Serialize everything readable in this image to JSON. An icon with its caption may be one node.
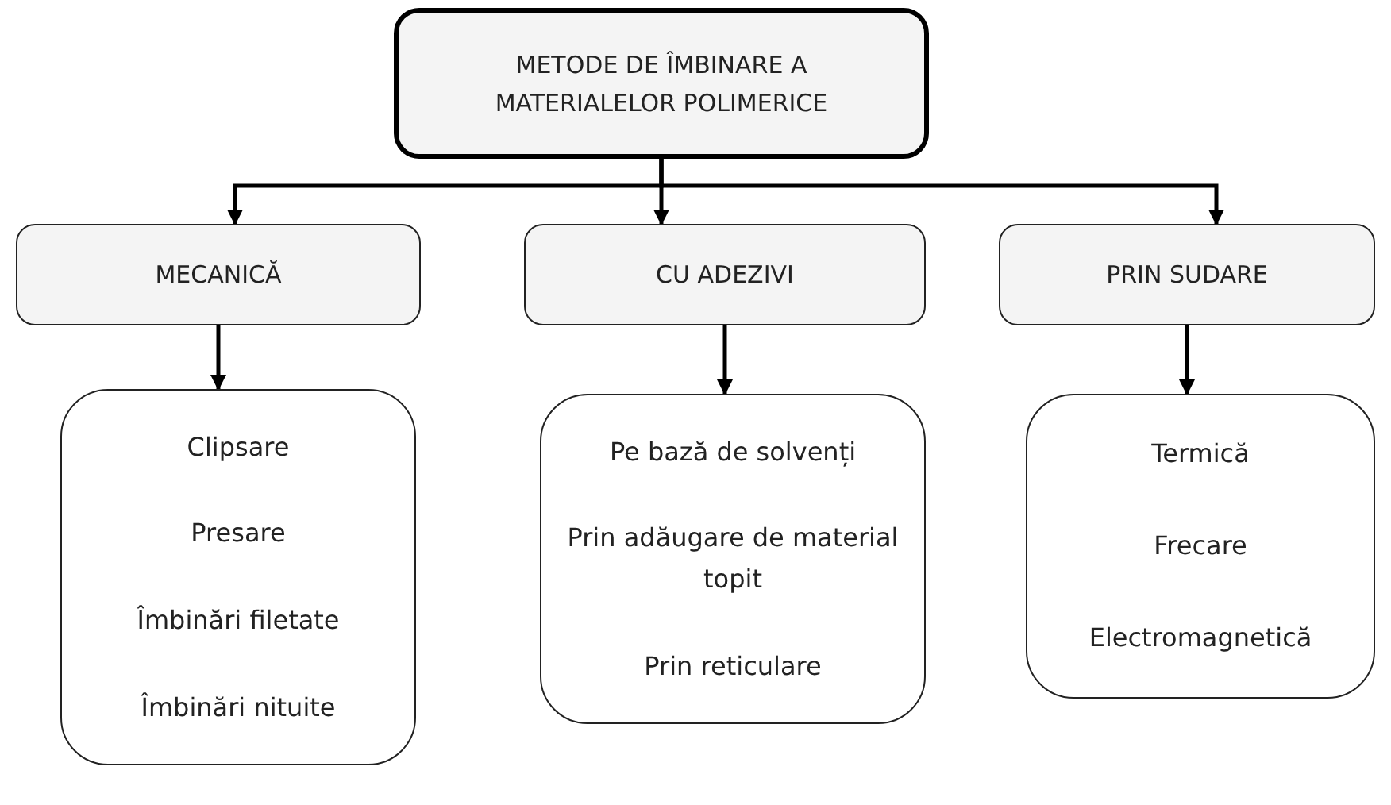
{
  "diagram": {
    "nodes": [
      {
        "text": [
          "METODE DE ÎMBINARE A MATERIALELOR POLIMERICE"
        ]
      },
      {
        "text": [
          "MECANICĂ"
        ]
      },
      {
        "text": [
          "CU ADEZIVI"
        ]
      },
      {
        "text": [
          "PRIN SUDARE"
        ]
      },
      {
        "text": [
          "Clipsare",
          "Presare",
          "Îmbinări filetate",
          "Îmbinări nituite"
        ]
      },
      {
        "text": [
          "Pe bază de solvenți",
          "Prin adăugare de material topit",
          "Prin reticulare"
        ]
      },
      {
        "text": [
          "Termică",
          "Frecare",
          "Electromagnetică"
        ]
      }
    ],
    "edges": [
      {
        "from": 0,
        "to": 1,
        "arrow": "to"
      },
      {
        "from": 0,
        "to": 2,
        "arrow": "to"
      },
      {
        "from": 0,
        "to": 3,
        "arrow": "to"
      },
      {
        "from": 1,
        "to": 4,
        "arrow": "to"
      },
      {
        "from": 2,
        "to": 5,
        "arrow": "to"
      },
      {
        "from": 3,
        "to": 6,
        "arrow": "to"
      }
    ]
  }
}
